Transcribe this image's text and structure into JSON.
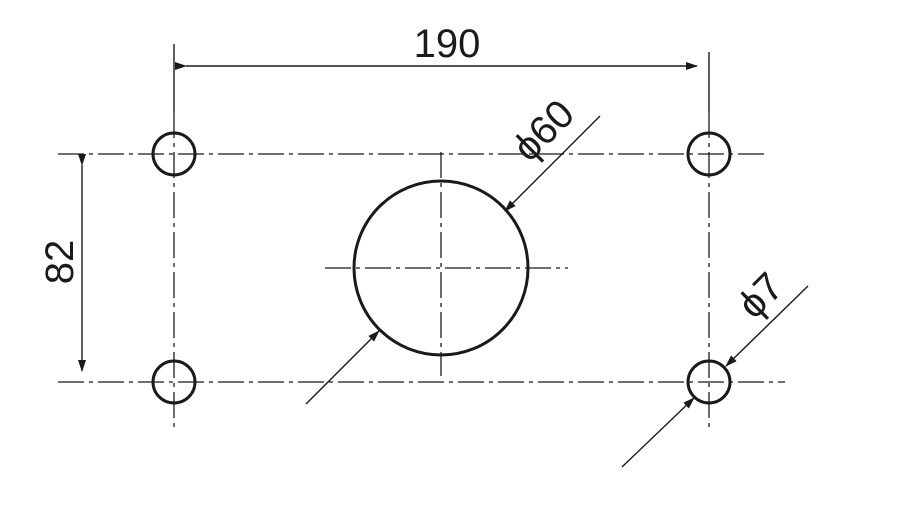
{
  "drawing": {
    "dimensions": {
      "hole_spacing_horizontal": "190",
      "hole_spacing_vertical": "82",
      "center_hole_diameter": "ϕ60",
      "mounting_hole_diameter": "ϕ7"
    },
    "colors": {
      "line": "#1a1a1a",
      "background": "#ffffff"
    }
  }
}
